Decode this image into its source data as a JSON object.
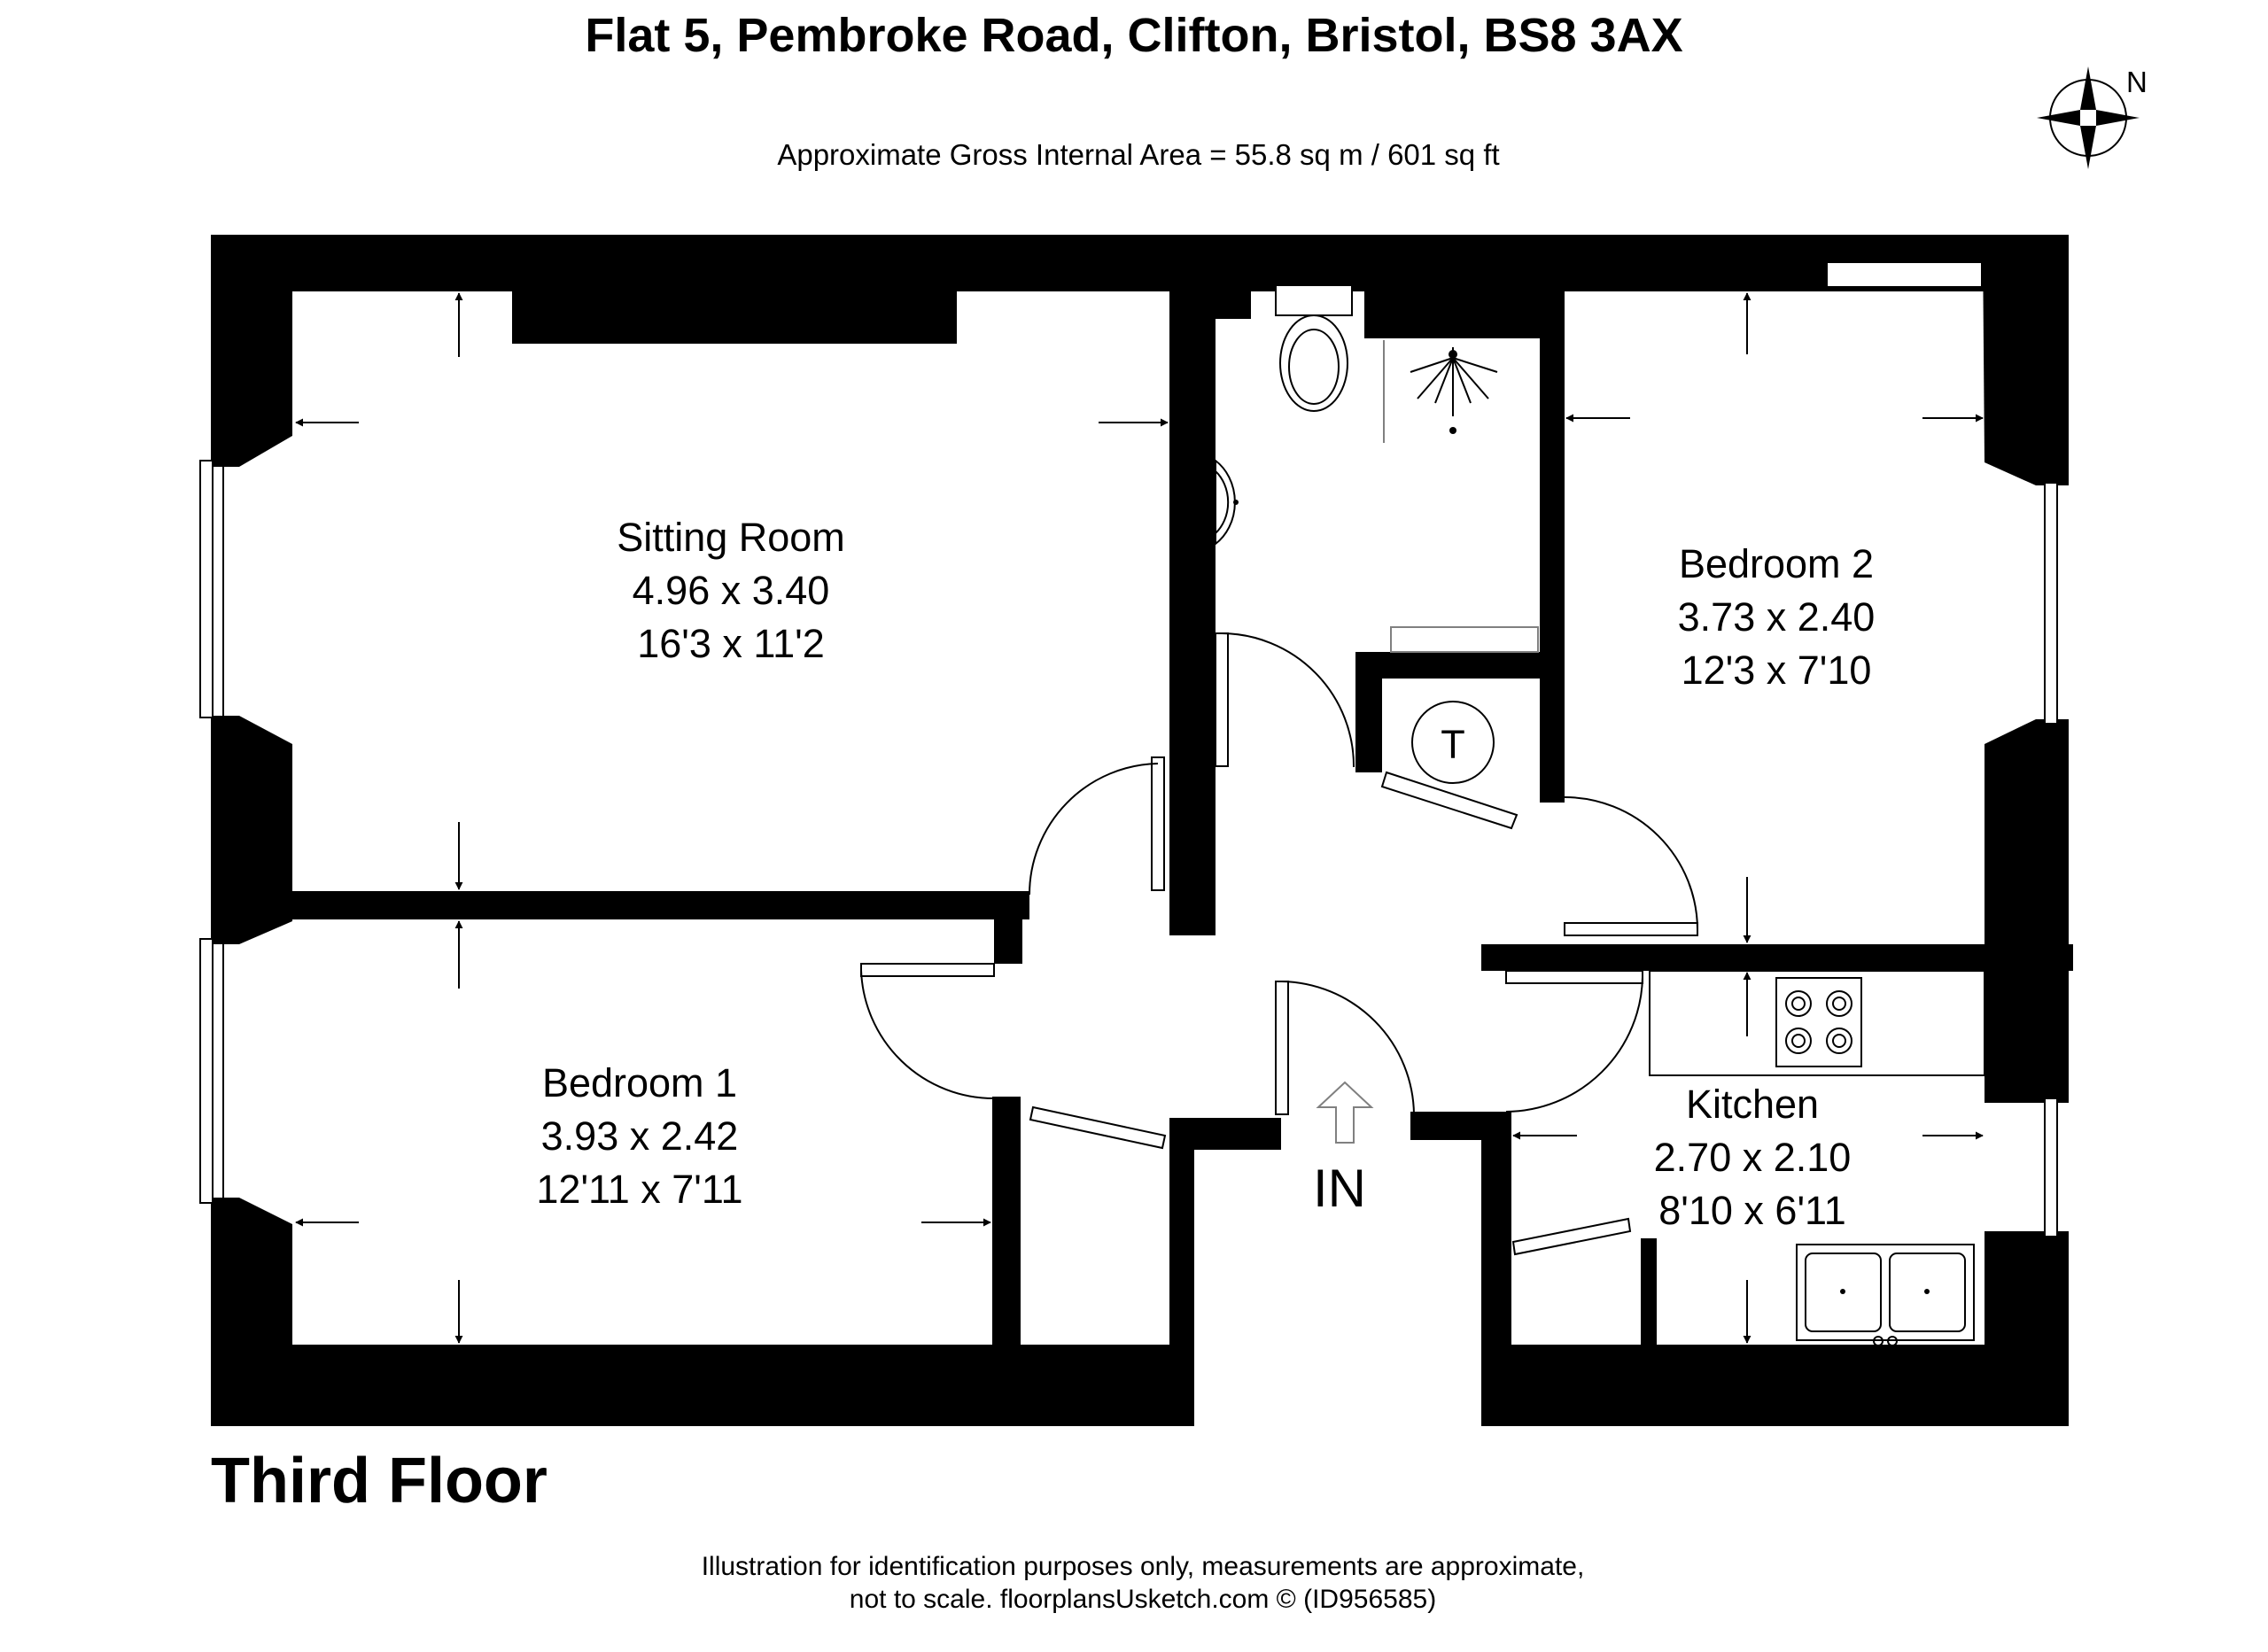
{
  "header": {
    "title": "Flat 5,  Pembroke Road, Clifton, Bristol, BS8 3AX",
    "area": "Approximate Gross Internal Area = 55.8 sq m / 601 sq ft"
  },
  "compass": {
    "label": "N",
    "icon": "compass-north-icon"
  },
  "rooms": {
    "sitting_room": {
      "name": "Sitting Room",
      "metric": "4.96 x 3.40",
      "imperial": "16'3 x 11'2"
    },
    "bedroom_2": {
      "name": "Bedroom 2",
      "metric": "3.73 x 2.40",
      "imperial": "12'3 x 7'10"
    },
    "bedroom_1": {
      "name": "Bedroom 1",
      "metric": "3.93 x 2.42",
      "imperial": "12'11 x 7'11"
    },
    "kitchen": {
      "name": "Kitchen",
      "metric": "2.70 x 2.10",
      "imperial": "8'10 x 6'11"
    }
  },
  "cupboard_label": "T",
  "entrance_label": "IN",
  "floor_label": "Third Floor",
  "footer": {
    "line1": "Illustration for identification purposes only, measurements are approximate,",
    "line2": "not to scale. floorplansUsketch.com © (ID956585)"
  }
}
